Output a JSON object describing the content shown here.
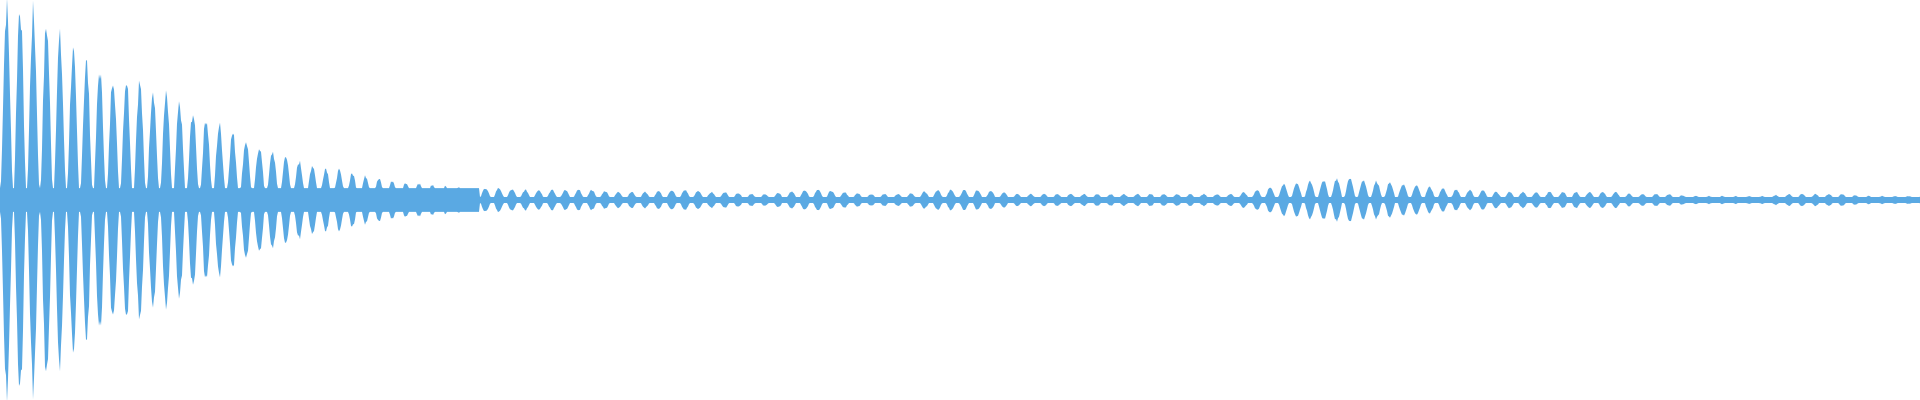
{
  "waveform": {
    "color": "#5aa9e3",
    "background": "#ffffff",
    "envelope": {
      "x": [
        0.0,
        0.01,
        0.02,
        0.03,
        0.04,
        0.05,
        0.06,
        0.07,
        0.08,
        0.09,
        0.1,
        0.11,
        0.12,
        0.13,
        0.14,
        0.15,
        0.16,
        0.17,
        0.18,
        0.19,
        0.2,
        0.21,
        0.22,
        0.23,
        0.24,
        0.25,
        0.26,
        0.27,
        0.28,
        0.29,
        0.3,
        0.31,
        0.32,
        0.33,
        0.34,
        0.35,
        0.36,
        0.37,
        0.38,
        0.39,
        0.4,
        0.41,
        0.42,
        0.43,
        0.44,
        0.45,
        0.46,
        0.47,
        0.48,
        0.49,
        0.5,
        0.51,
        0.52,
        0.53,
        0.54,
        0.55,
        0.56,
        0.57,
        0.58,
        0.59,
        0.6,
        0.61,
        0.62,
        0.63,
        0.64,
        0.65,
        0.66,
        0.67,
        0.68,
        0.69,
        0.7,
        0.71,
        0.72,
        0.73,
        0.74,
        0.75,
        0.76,
        0.77,
        0.78,
        0.79,
        0.8,
        0.81,
        0.82,
        0.83,
        0.84,
        0.85,
        0.86,
        0.87,
        0.88,
        0.89,
        0.9,
        0.91,
        0.92,
        0.93,
        0.94,
        0.95,
        0.96,
        0.97,
        0.98,
        0.99,
        1.0
      ],
      "amplitude": [
        0.96,
        0.98,
        0.92,
        0.82,
        0.72,
        0.66,
        0.62,
        0.6,
        0.56,
        0.5,
        0.44,
        0.4,
        0.34,
        0.29,
        0.25,
        0.21,
        0.18,
        0.16,
        0.14,
        0.12,
        0.1,
        0.09,
        0.08,
        0.07,
        0.06,
        0.06,
        0.06,
        0.05,
        0.05,
        0.05,
        0.05,
        0.05,
        0.04,
        0.04,
        0.04,
        0.05,
        0.05,
        0.04,
        0.04,
        0.03,
        0.03,
        0.04,
        0.05,
        0.05,
        0.04,
        0.03,
        0.03,
        0.03,
        0.04,
        0.05,
        0.05,
        0.05,
        0.04,
        0.03,
        0.03,
        0.03,
        0.03,
        0.03,
        0.03,
        0.03,
        0.03,
        0.03,
        0.03,
        0.03,
        0.03,
        0.04,
        0.06,
        0.08,
        0.09,
        0.1,
        0.11,
        0.1,
        0.09,
        0.08,
        0.07,
        0.06,
        0.05,
        0.05,
        0.04,
        0.04,
        0.04,
        0.04,
        0.04,
        0.04,
        0.04,
        0.03,
        0.03,
        0.03,
        0.02,
        0.02,
        0.02,
        0.02,
        0.02,
        0.03,
        0.03,
        0.03,
        0.03,
        0.02,
        0.02,
        0.02,
        0.02
      ]
    }
  }
}
